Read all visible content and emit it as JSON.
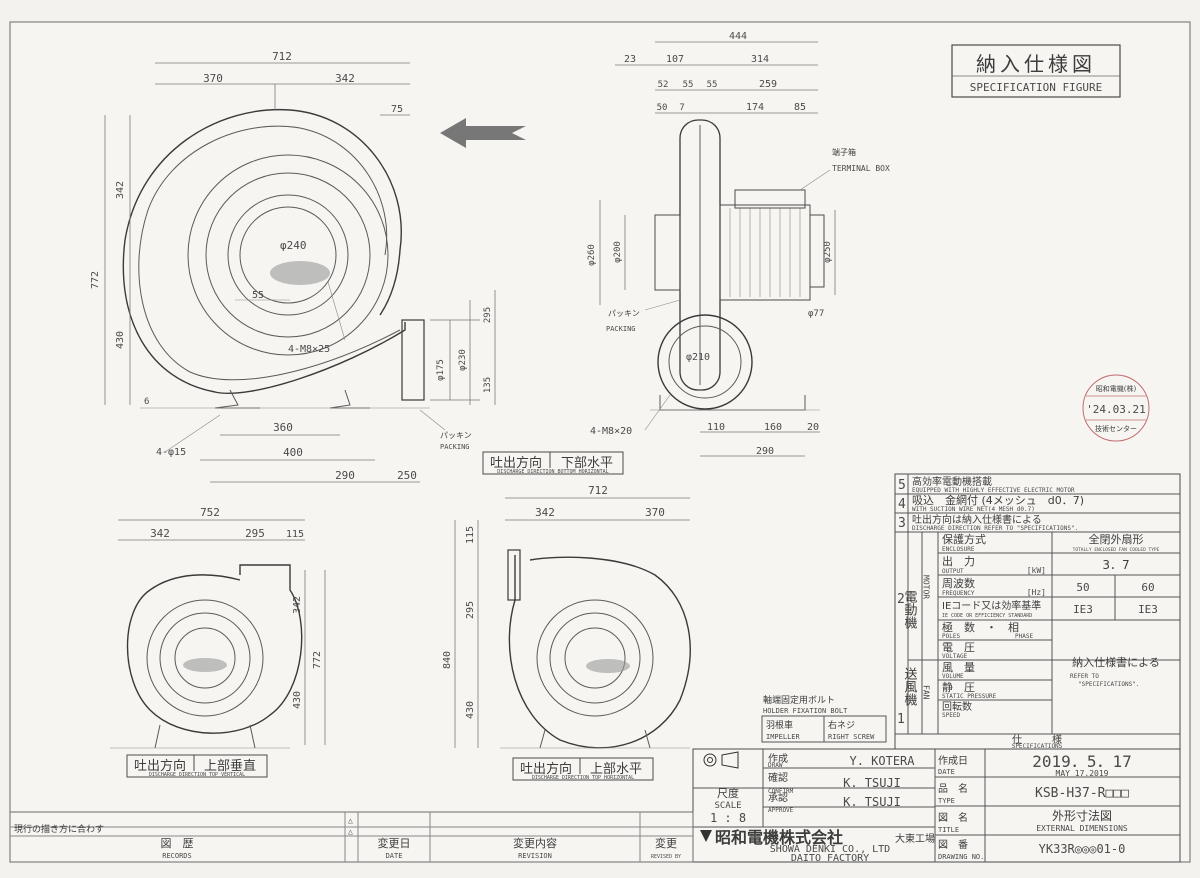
{
  "banner": {
    "jp": "納入仕様図",
    "en": "SPECIFICATION FIGURE"
  },
  "side_view": {
    "top_total": "444",
    "d23": "23",
    "d107": "107",
    "d314": "314",
    "d52": "52",
    "d55a": "55",
    "d55b": "55",
    "d259": "259",
    "d50": "50",
    "d7": "7",
    "d174": "174",
    "d85": "85",
    "terminal_jp": "端子箱",
    "terminal_en": "TERMINAL BOX",
    "d260": "φ260",
    "d200": "φ200",
    "d250": "φ250",
    "d77": "φ77",
    "d210": "φ210",
    "packing_jp": "パッキン",
    "packing_en": "PACKING",
    "bolt": "4-M8×20",
    "b110": "110",
    "b160": "160",
    "b20": "20",
    "b290": "290"
  },
  "front_view": {
    "d712": "712",
    "d370": "370",
    "d342": "342",
    "d75": "75",
    "v342": "342",
    "v772": "772",
    "v430": "430",
    "v6": "6",
    "r240": "φ240",
    "d55": "55",
    "bolt": "4-M8×25",
    "d175": "φ175",
    "d230": "φ230",
    "d295": "295",
    "d135": "135",
    "b360": "360",
    "b400": "400",
    "b290": "290",
    "b250": "250",
    "holes": "4-φ15",
    "packing_jp": "パッキン",
    "packing_en": "PACKING",
    "label_jp1": "吐出方向",
    "label_jp2": "下部水平",
    "label_en": "DISCHARGE DIRECTION  BOTTOM HORIZONTAL"
  },
  "bottom_left": {
    "d752": "752",
    "d342": "342",
    "d295": "295",
    "d115": "115",
    "v342": "342",
    "v772": "772",
    "v430": "430",
    "label_jp1": "吐出方向",
    "label_jp2": "上部垂直",
    "label_en": "DISCHARGE DIRECTION  TOP VERTICAL"
  },
  "bottom_mid": {
    "d712": "712",
    "d342": "342",
    "d370": "370",
    "v115": "115",
    "v295": "295",
    "v840": "840",
    "v430": "430",
    "label_jp1": "吐出方向",
    "label_jp2": "上部水平",
    "label_en": "DISCHARGE DIRECTION  TOP HORIZONTAL"
  },
  "stamp": {
    "top": "昭和電機(株)",
    "date": "'24.03.21",
    "bottom": "技術センター"
  },
  "notes": [
    {
      "n": "5",
      "jp": "高効率電動機搭載",
      "en": "EQUIPPED WITH HIGHLY EFFECTIVE ELECTRIC MOTOR"
    },
    {
      "n": "4",
      "jp": "吸込　金網付 (4メッシュ　d0．7)",
      "en": "WITH SUCTION WIRE NET(4 MESH d0.7)"
    },
    {
      "n": "3",
      "jp": "吐出方向は納入仕様書による",
      "en": "DISCHARGE DIRECTION REFER TO \"SPECIFICATIONS\"."
    }
  ],
  "spec": {
    "row_no": "2",
    "motor_jp": "電動機",
    "motor_en": "MOTOR",
    "enclosure_jp": "保護方式",
    "enclosure_en": "ENCLOSURE",
    "enclosure_val_jp": "全閉外扇形",
    "enclosure_val_en": "TOTALLY ENCLOSED FAN COOLED TYPE",
    "output_jp": "出　力",
    "output_en": "OUTPUT",
    "output_unit": "[kW]",
    "output_val": "3．7",
    "freq_jp": "周波数",
    "freq_en": "FREQUENCY",
    "freq_unit": "[Hz]",
    "freq_50": "50",
    "freq_60": "60",
    "ie_jp": "IEコード又は効率基準",
    "ie_en": "IE CODE OR EFFICIENCY STANDARD",
    "ie_50": "IE3",
    "ie_60": "IE3",
    "poles_jp": "極　数　・　相",
    "poles_en": "POLES",
    "phase_en": "PHASE",
    "voltage_jp": "電　圧",
    "voltage_en": "VOLTAGE",
    "fan_no": "1",
    "fan_jp": "送風機",
    "fan_en": "FAN",
    "volume_jp": "風　量",
    "volume_en": "VOLUME",
    "static_jp": "静　圧",
    "static_en": "STATIC PRESSURE",
    "speed_jp": "回転数",
    "speed_en": "SPEED",
    "refer_jp": "納入仕様書による",
    "refer_en1": "REFER TO",
    "refer_en2": "\"SPECIFICATIONS\".",
    "footer_jp": "仕　　　様",
    "footer_en": "SPECIFICATIONS"
  },
  "holder": {
    "title_jp": "軸端固定用ボルト",
    "title_en": "HOLDER FIXATION BOLT",
    "c1_jp": "羽根車",
    "c1_en": "IMPELLER",
    "c2_jp": "右ネジ",
    "c2_en": "RIGHT SCREW"
  },
  "title_block": {
    "draw_jp": "作成",
    "draw_en": "DRAW",
    "draw_name": "Y. KOTERA",
    "confirm_jp": "確認",
    "confirm_en": "CONFIRM",
    "confirm_name": "K. TSUJI",
    "approve_jp": "承認",
    "approve_en": "APPROVE",
    "approve_name": "K. TSUJI",
    "scale_jp": "尺度",
    "scale_en": "SCALE",
    "scale_val": "1 : 8",
    "company_jp": "昭和電機株式会社",
    "factory_jp": "大東工場",
    "company_en": "SHOWA DENKI CO., LTD",
    "factory_en": "DAITO FACTORY",
    "date_jp": "作成日",
    "date_en": "DATE",
    "date_val": "2019．5．17",
    "date_val_en": "MAY 17.2019",
    "type_jp": "品　名",
    "type_en": "TYPE",
    "type_val": "KSB-H37-R□□□",
    "title_jp": "図　名",
    "title_en": "TITLE",
    "title_val_jp": "外形寸法図",
    "title_val_en": "EXTERNAL DIMENSIONS",
    "dwg_jp": "図　番",
    "dwg_en": "DRAWING NO.",
    "dwg_val": "YK33R◎◎◎01-0"
  },
  "records": {
    "row1": "現行の描き方に合わす",
    "records_jp": "図　歴",
    "records_en": "RECORDS",
    "date_jp": "変更日",
    "date_en": "DATE",
    "rev_jp": "変更内容",
    "rev_en": "REVISION",
    "revised_jp": "変更",
    "revised_en": "REVISED BY"
  }
}
